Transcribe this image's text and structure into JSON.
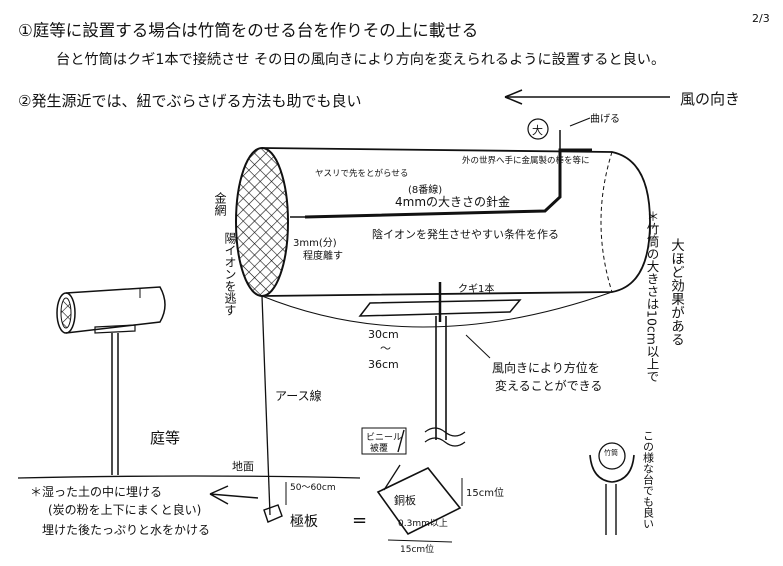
{
  "header": {
    "page_number": "2/3",
    "line1": "①庭等に設置する場合は竹筒をのせる台を作りその上に載せる",
    "line2": "台と竹筒はクギ1本で接続させ その日の風向きにより方向を変えられるように設置すると良い。",
    "line3": "②発生源近では、紐でぶらさげる方法も助でも良い",
    "wind_label": "風の向き"
  },
  "tube": {
    "cap_label": "大",
    "cap_arrow_label": "曲げる",
    "left_cap_label": "金網",
    "left_cap_label2": "陽イオンを逃す",
    "note_sharpen": "ヤスリで先をとがらせる",
    "note_sensor": "外の世界へ手に金属製の棒を等に",
    "wire_label": "(8番線)",
    "wire_size": "4mmの大きさの針金",
    "gap_label": "3mm(分)",
    "gap_label2": "程度離す",
    "inner_label": "陰イオンを発生させやすい条件を作る",
    "nail_label": "クギ1本",
    "length_label": "30cm",
    "length_sep": "〜",
    "length_label2": "36cm",
    "rotate_note": "風向きにより方位を",
    "rotate_note2": "変えることができる"
  },
  "side_note": {
    "title": "＊竹筒の大きさは10cm以上で",
    "effect": "大ほど効果がある"
  },
  "ground": {
    "yard_label": "庭等",
    "ground_label": "地面",
    "earth_wire_label": "アース線",
    "depth_label": "50〜60cm",
    "rod_label": "極板",
    "equals": "="
  },
  "bottom_note": {
    "line1": "＊湿った土の中に埋ける",
    "line2": "(炭の粉を上下にまくと良い)",
    "line3": "埋けた後たっぷりと水をかける"
  },
  "plate": {
    "vinyl_label": "ビニール",
    "vinyl_label2": "被覆",
    "plate_label": "銅板",
    "thickness": "0.3mm以上",
    "height_label": "15cm位",
    "width_label": "15cm位"
  },
  "hanging": {
    "hook_label": "竹筒",
    "note": "この様な台でも良い"
  }
}
